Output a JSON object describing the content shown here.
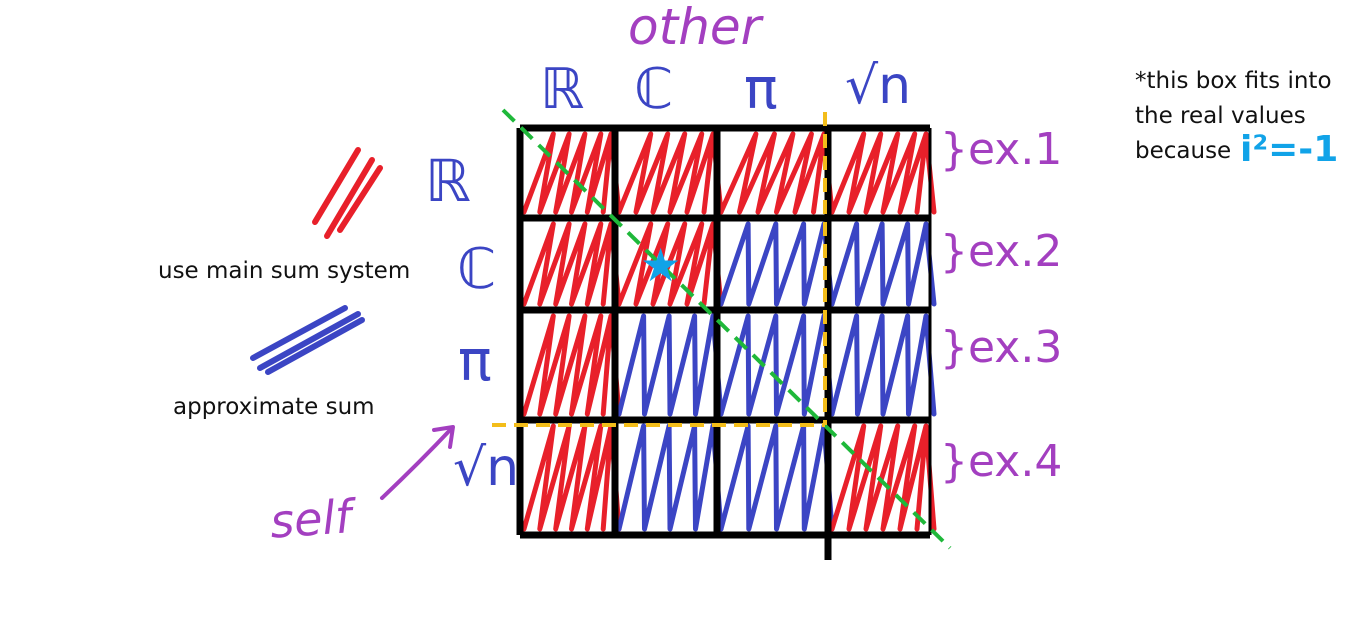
{
  "header": {
    "other_label": "other",
    "self_label": "self"
  },
  "columns": [
    "ℝ",
    "ℂ",
    "π",
    "√n"
  ],
  "rows": [
    "ℝ",
    "ℂ",
    "π",
    "√n"
  ],
  "examples": [
    "}ex.1",
    "}ex.2",
    "}ex.3",
    "}ex.4"
  ],
  "legend": {
    "main_label": "use main sum system",
    "approx_label": "approximate sum",
    "main_color": "#e8202a",
    "approx_color": "#3b45c4"
  },
  "note": {
    "line1": "*this box fits into",
    "line2": "the real values",
    "line3": "because",
    "equation": "i²=-1",
    "equation_color": "#11a3e8"
  },
  "grid": {
    "cells": [
      [
        "main",
        "main",
        "main",
        "main"
      ],
      [
        "main",
        "main",
        "approx",
        "approx"
      ],
      [
        "main",
        "approx",
        "approx",
        "approx"
      ],
      [
        "main",
        "approx",
        "approx",
        "main"
      ]
    ],
    "marked_cell": "★"
  },
  "colors": {
    "handwriting": "#a33fc0",
    "header_ink": "#3b45c4",
    "diagonal": "#1fb83a",
    "boundary": "#f3bd1a",
    "grid": "#000000"
  }
}
